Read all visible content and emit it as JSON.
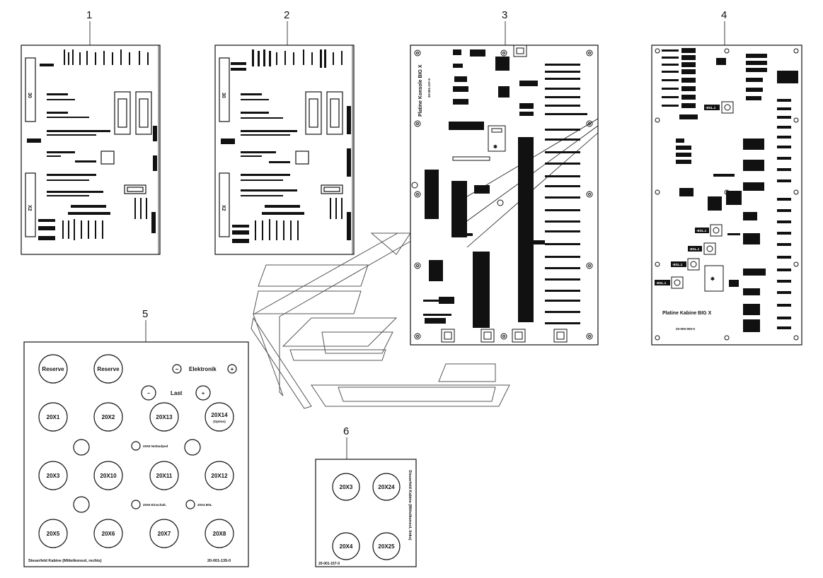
{
  "callouts": [
    "1",
    "2",
    "3",
    "4",
    "5",
    "6"
  ],
  "board1": {
    "labels": [
      "30",
      "X2"
    ]
  },
  "board2": {
    "labels": [
      "30",
      "X2"
    ]
  },
  "board3": {
    "title": "Platine Konsole BIG X",
    "part_number": "20-001-137-0"
  },
  "board4": {
    "title": "Platine Kabine BIG X",
    "part_number": "20-000-000-0",
    "relays": [
      "-BSL.1",
      "-BSL.1",
      "-BSL.1",
      "-BSL.1",
      "-BSL.1"
    ]
  },
  "panel5": {
    "buttons_row1": [
      "Reserve",
      "Reserve"
    ],
    "elektronik_label": "Elektronik",
    "minus_symbol": "−",
    "plus_symbol": "+",
    "last_label": "Last",
    "buttons_row2": [
      "20X1",
      "20X2",
      "20X13",
      "20X14"
    ],
    "x14_sub": "(Option)",
    "led_label_1": "20X6 Notlaufped",
    "buttons_row3": [
      "20X3",
      "20X10",
      "20X11",
      "20X12"
    ],
    "led_label_2": "20X5 Einschalt.",
    "led_label_3": "20X4 BSL",
    "buttons_row4": [
      "20X5",
      "20X6",
      "20X7",
      "20X8"
    ],
    "footer_left": "Steuerfeld Kabine (Mittelkonsol, rechts)",
    "footer_right": "20-001-135-0"
  },
  "panel6": {
    "buttons": [
      "20X3",
      "20X24",
      "20X4",
      "20X25"
    ],
    "side_label": "Steuerfeld Kabine (Mittelkonsol, links)",
    "part_number": "20-001-157-0"
  }
}
